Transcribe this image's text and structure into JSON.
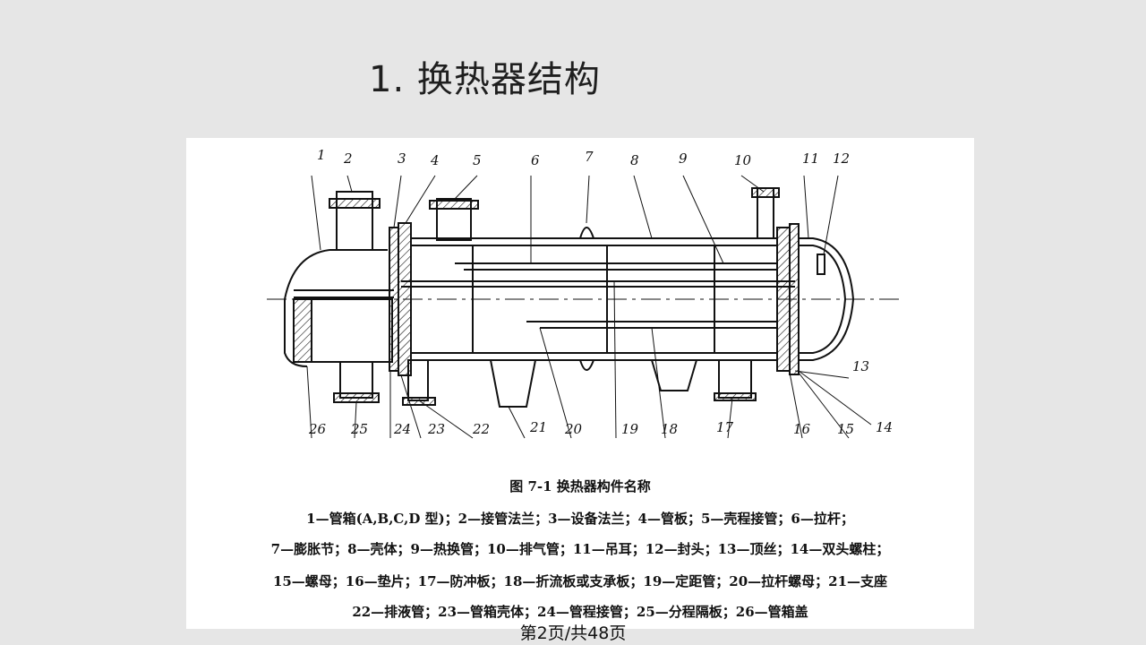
{
  "slide": {
    "title": "1. 换热器结构",
    "page_indicator": "第2页/共48页"
  },
  "figure": {
    "caption": "图 7-1    换热器构件名称",
    "part_numbers": [
      "1",
      "2",
      "3",
      "4",
      "5",
      "6",
      "7",
      "8",
      "9",
      "10",
      "11",
      "12",
      "13",
      "14",
      "15",
      "16",
      "17",
      "18",
      "19",
      "20",
      "21",
      "22",
      "23",
      "24",
      "25",
      "26"
    ],
    "legend_lines": [
      "1—管箱(A,B,C,D 型)；2—接管法兰；3—设备法兰；4—管板；5—壳程接管；6—拉杆；",
      "7—膨胀节；8—壳体；9—热换管；10—排气管；11—吊耳；12—封头；13—顶丝；14—双头螺柱；",
      "15—螺母；16—垫片；17—防冲板；18—折流板或支承板；19—定距管；20—拉杆螺母；21—支座",
      "22—排液管；23—管箱壳体；24—管程接管；25—分程隔板；26—管箱盖"
    ]
  }
}
